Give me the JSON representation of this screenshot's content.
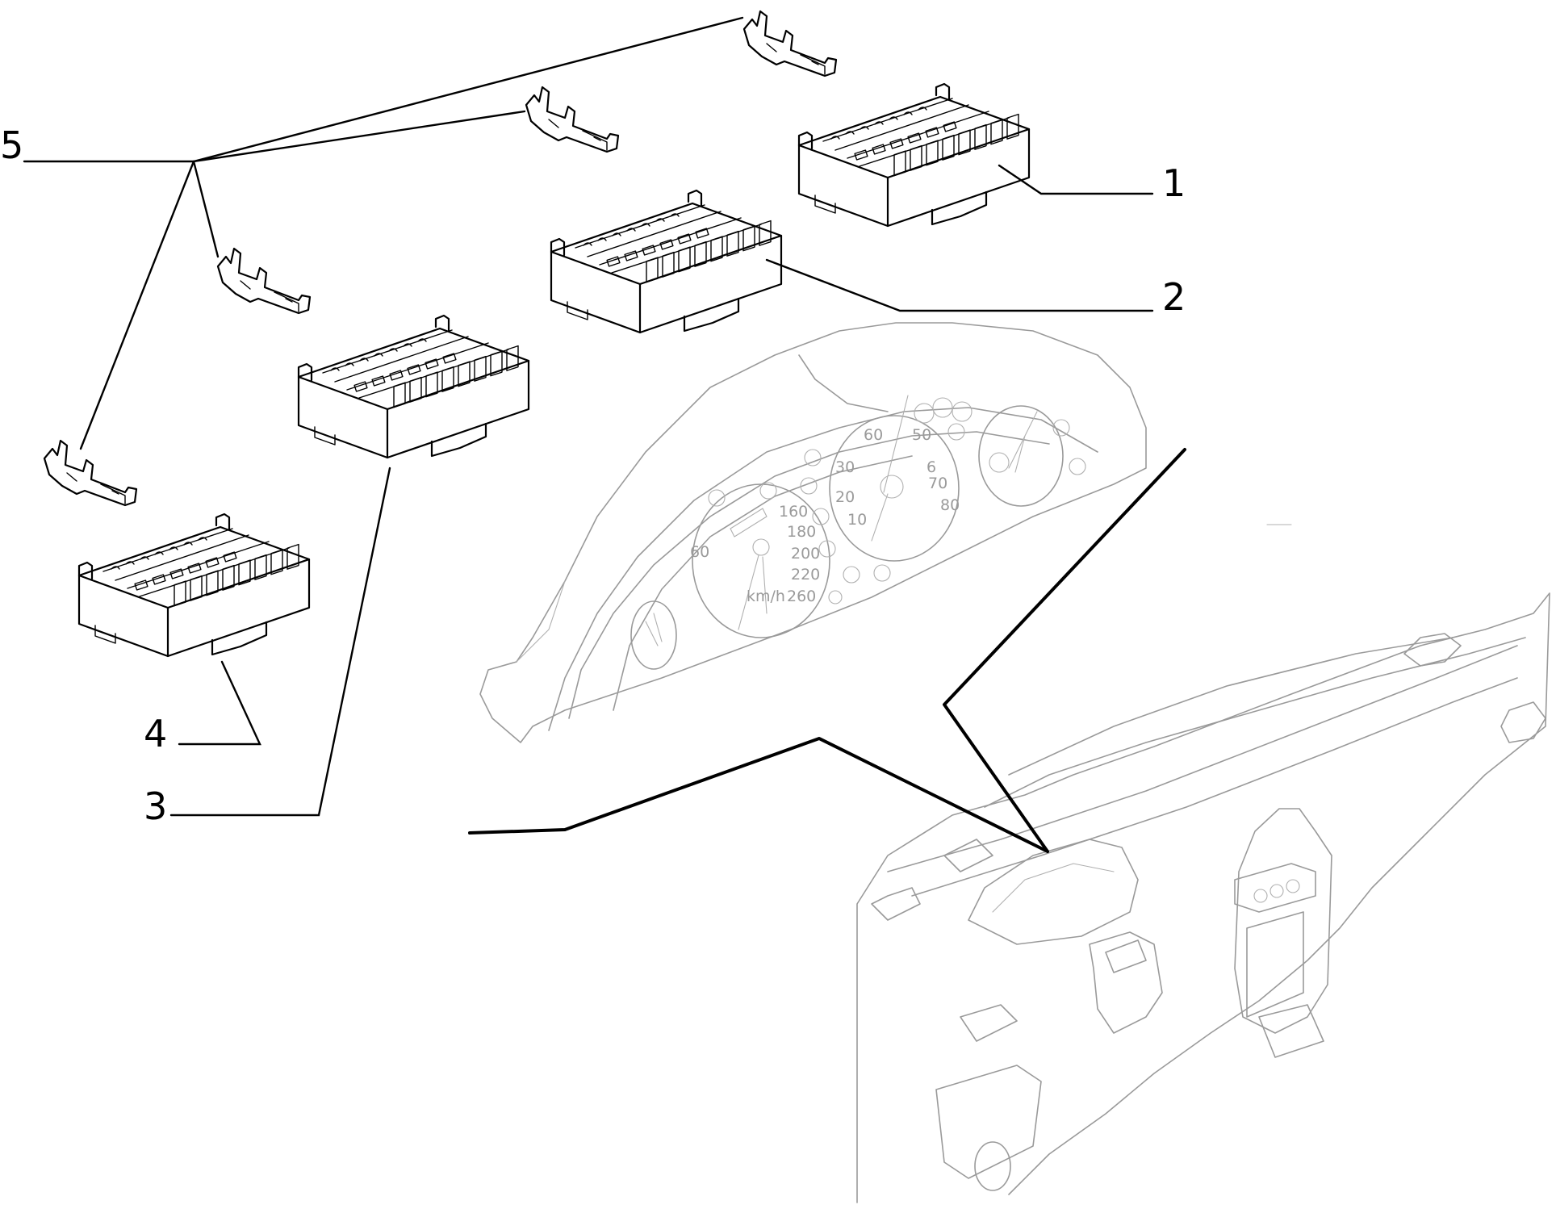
{
  "callouts": [
    {
      "id": "1",
      "label": "1"
    },
    {
      "id": "2",
      "label": "2"
    },
    {
      "id": "3",
      "label": "3"
    },
    {
      "id": "4",
      "label": "4"
    },
    {
      "id": "5",
      "label": "5"
    }
  ],
  "cluster_markings": {
    "speedo": [
      "160",
      "180",
      "200",
      "220",
      "240",
      "260",
      "km/h",
      "60"
    ],
    "tacho": [
      "60",
      "50",
      "30",
      "6",
      "20",
      "70",
      "10",
      "80"
    ]
  },
  "colors": {
    "line": "#000000",
    "background": "#ffffff",
    "faint_line": "#9a9a9a"
  }
}
